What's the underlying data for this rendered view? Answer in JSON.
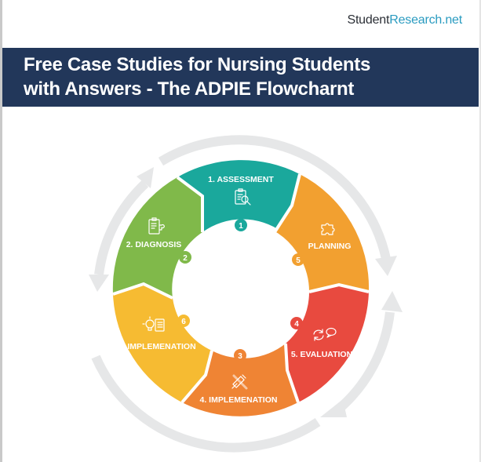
{
  "header": {
    "brand_part1": "Student",
    "brand_part2": "Research.net",
    "title_line1": "Free Case Studies for Nursing Students",
    "title_line2": "with Answers - The ADPIE Flowcharnt"
  },
  "colors": {
    "banner": "#22375a",
    "brand_dark": "#2b2f36",
    "brand_accent": "#2a9bc0",
    "arrow_ring": "#e6e7e8"
  },
  "diagram": {
    "type": "cycle",
    "segments": [
      {
        "label": "1. ASSESSMENT",
        "badge": "1",
        "color": "#1aa89c",
        "icon": "clipboard-magnifier-icon"
      },
      {
        "label": "PLANNING",
        "badge": "5",
        "color": "#f2a030",
        "icon": "puzzle-piece-icon"
      },
      {
        "label": "5. EVALUATION",
        "badge": "4",
        "color": "#e84a3f",
        "icon": "refresh-speech-bubble-icon"
      },
      {
        "label": "4. IMPLEMENATION",
        "badge": "3",
        "color": "#ef8434",
        "icon": "syringe-bandage-icon"
      },
      {
        "label": "IMPLEMENATION",
        "badge": "6",
        "color": "#f6bb32",
        "icon": "lightbulb-checklist-icon"
      },
      {
        "label": "2. DIAGNOSIS",
        "badge": "2",
        "color": "#80b94a",
        "icon": "clipboard-puzzle-icon"
      }
    ]
  }
}
